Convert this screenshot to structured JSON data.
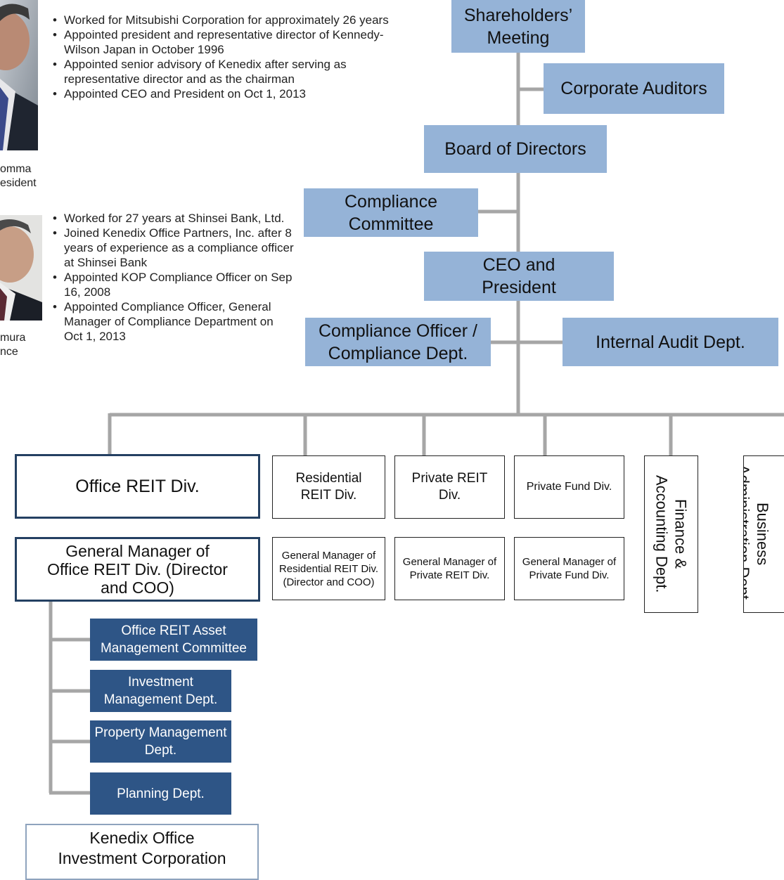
{
  "governance": {
    "shareholders": "Shareholders’ Meeting",
    "auditors": "Corporate Auditors",
    "board": "Board of Directors",
    "compliance_committee": "Compliance Committee",
    "ceo": "CEO and President",
    "compliance_officer": "Compliance Officer / Compliance Dept.",
    "internal_audit": "Internal Audit Dept."
  },
  "divisions": {
    "office_reit": "Office REIT Div.",
    "residential_reit": "Residential REIT Div.",
    "private_reit": "Private REIT Div.",
    "private_fund": "Private Fund Div.",
    "finance": "Finance & Accounting Dept.",
    "business_admin": "Business Administration Dept."
  },
  "managers": {
    "office_reit": "General Manager of Office REIT Div. (Director and COO)",
    "residential_reit": "General Manager of Residential REIT Div. (Director and COO)",
    "private_reit": "General Manager of Private REIT Div.",
    "private_fund": "General Manager of Private Fund Div."
  },
  "office_units": [
    "Office REIT Asset Management Committee",
    "Investment Management Dept.",
    "Property Management Dept.",
    "Planning Dept."
  ],
  "client": "Kenedix Office Investment Corporation",
  "people": [
    {
      "caption_line1": "omma",
      "caption_line2": "esident",
      "bullets": [
        "Worked for Mitsubishi Corporation for approximately 26 years",
        "Appointed president and representative director of Kennedy-Wilson Japan in October 1996",
        "Appointed senior advisory of Kenedix after serving as representative director and as the chairman",
        "Appointed CEO and President on Oct 1, 2013"
      ]
    },
    {
      "caption_line1": "mura",
      "caption_line2": "nce",
      "bullets": [
        "Worked for 27 years at Shinsei Bank, Ltd.",
        "Joined Kenedix Office Partners, Inc. after 8 years of experience as a compliance officer at Shinsei Bank",
        "Appointed KOP Compliance Officer on Sep 16, 2008",
        "Appointed Compliance Officer, General Manager of Compliance Department on Oct 1, 2013"
      ]
    }
  ],
  "colors": {
    "light_box": "#95b3d7",
    "dark_box": "#2e5586",
    "navy_border": "#244062",
    "connector": "#a6a6a6"
  }
}
